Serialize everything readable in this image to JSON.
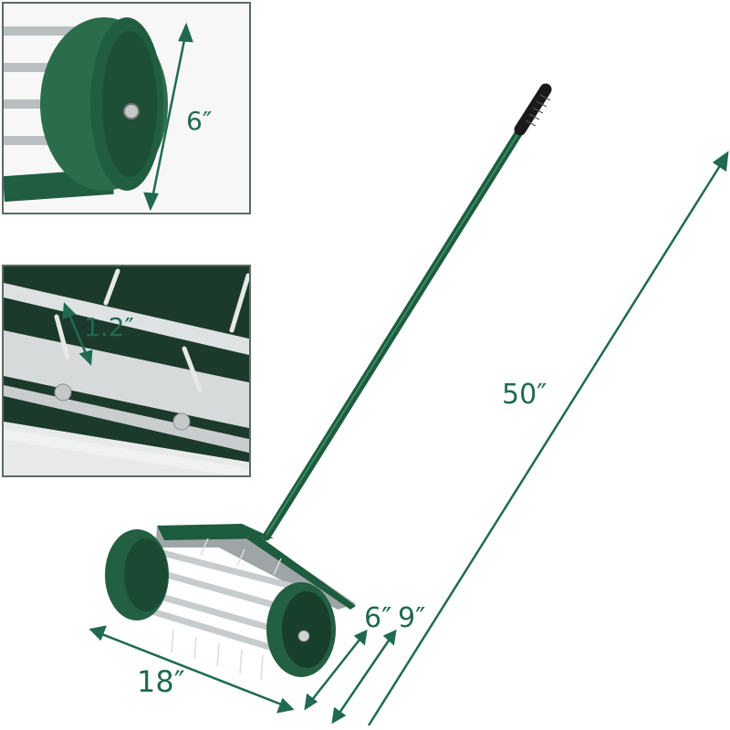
{
  "product": {
    "description": "Rolling lawn aerator with spiked drum, two green wheels and long green handle with black grip"
  },
  "colors": {
    "accent": "#1f6a50",
    "frame_green": "#1d5c3e",
    "metal": "#cfd3d4",
    "grip": "#1a1a1a",
    "inset_border": "#5a6b63"
  },
  "insets": [
    {
      "name": "wheel-closeup",
      "dimension_label": "6″"
    },
    {
      "name": "spike-closeup",
      "dimension_label": "1.2″"
    }
  ],
  "dimensions": {
    "handle_length": "50″",
    "drum_width": "18″",
    "wheel_diameter": "6″",
    "frame_depth": "9″"
  }
}
